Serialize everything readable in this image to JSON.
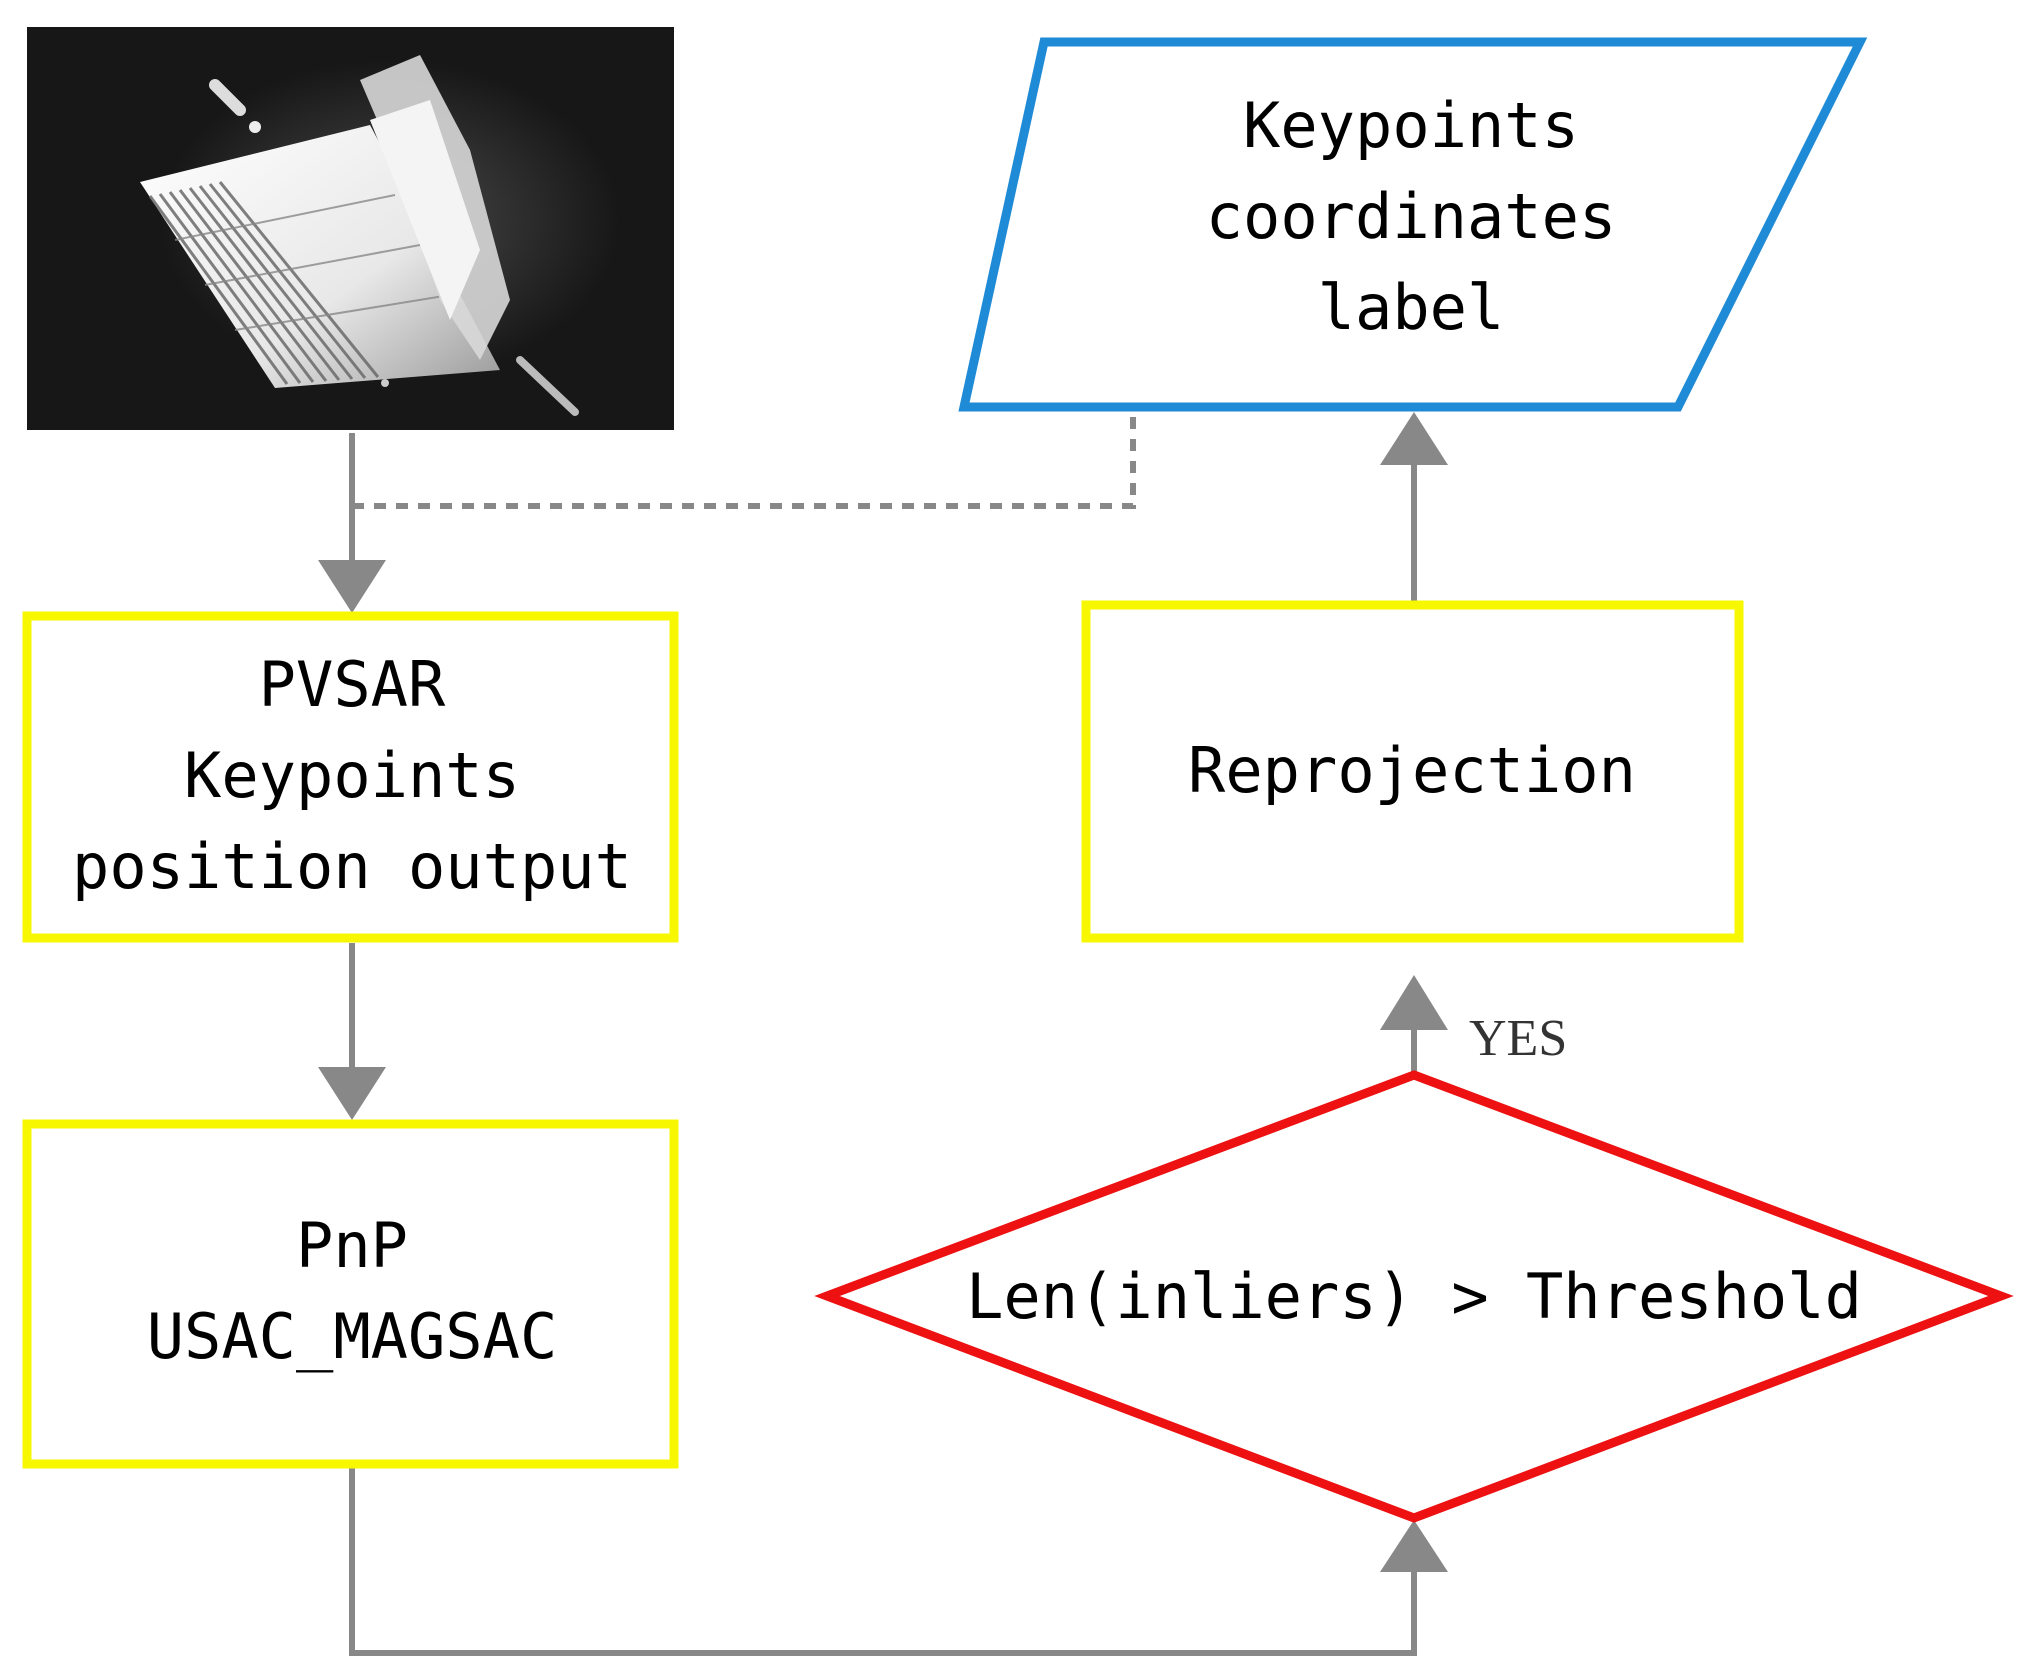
{
  "colors": {
    "process_border": "#f7f700",
    "data_border": "#1f8ad6",
    "decision_border": "#ee1111",
    "arrow": "#888888",
    "text": "#000000"
  },
  "image": {
    "description_icon": "satellite-photo"
  },
  "nodes": {
    "keypoints_label": {
      "lines": [
        "Keypoints",
        "coordinates",
        "label"
      ]
    },
    "pvsar": {
      "lines": [
        "PVSAR",
        "Keypoints",
        "position output"
      ]
    },
    "reprojection": {
      "lines": [
        "Reprojection"
      ]
    },
    "pnp": {
      "lines": [
        "PnP",
        "USAC_MAGSAC"
      ]
    },
    "decision": {
      "lines": [
        "Len(inliers) > Threshold"
      ]
    }
  },
  "edges": {
    "yes_label": "YES"
  }
}
